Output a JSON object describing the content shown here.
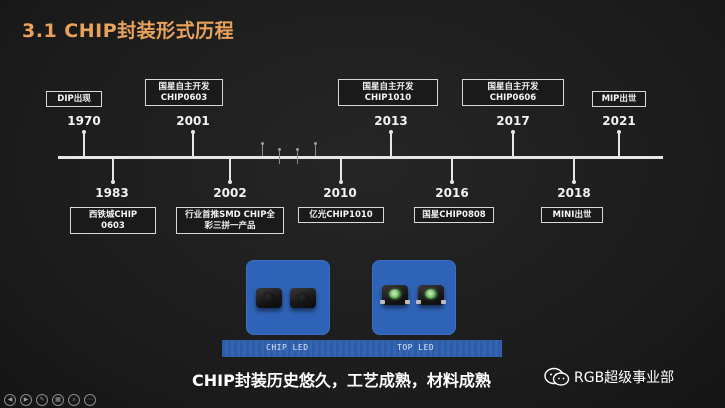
{
  "title": "3.1 CHIP封装形式历程",
  "timeline": {
    "top": [
      {
        "year": "1970",
        "label_lines": [
          "DIP出现"
        ]
      },
      {
        "year": "2001",
        "label_lines": [
          "国星自主开发",
          "CHIP0603"
        ]
      },
      {
        "year": "2013",
        "label_lines": [
          "国星自主开发",
          "CHIP1010"
        ]
      },
      {
        "year": "2017",
        "label_lines": [
          "国星自主开发",
          "CHIP0606"
        ]
      },
      {
        "year": "2021",
        "label_lines": [
          "MIP出世"
        ]
      }
    ],
    "bottom": [
      {
        "year": "1983",
        "label_lines": [
          "西铁城CHIP",
          "0603"
        ]
      },
      {
        "year": "2002",
        "label_lines": [
          "行业首推SMD CHIP全",
          "彩三拼一产品"
        ]
      },
      {
        "year": "2010",
        "label_lines": [
          "亿光CHIP1010"
        ]
      },
      {
        "year": "2016",
        "label_lines": [
          "国星CHIP0808"
        ]
      },
      {
        "year": "2018",
        "label_lines": [
          "MINI出世"
        ]
      }
    ]
  },
  "images": {
    "left_label": "CHIP LED",
    "right_label": "TOP LED"
  },
  "bottom_text": "CHIP封装历史悠久，工艺成熟，材料成熟",
  "brand": "RGB超级事业部",
  "colors": {
    "title": "#e8a25b",
    "panel": "#2f63b7",
    "bar": "#2b5da8"
  }
}
